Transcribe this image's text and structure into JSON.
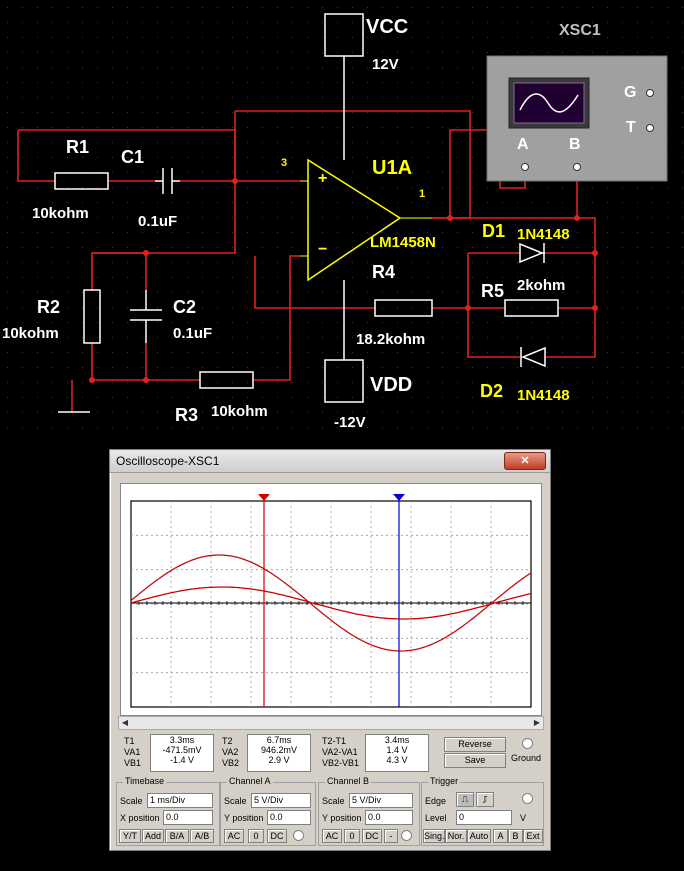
{
  "schematic": {
    "vcc": {
      "name": "VCC",
      "value": "12V"
    },
    "vdd": {
      "name": "VDD",
      "value": "-12V"
    },
    "scope": {
      "name": "XSC1",
      "terms": [
        "A",
        "B",
        "G",
        "T"
      ]
    },
    "r1": {
      "name": "R1",
      "value": "10kohm"
    },
    "c1": {
      "name": "C1",
      "value": "0.1uF"
    },
    "r2": {
      "name": "R2",
      "value": "10kohm"
    },
    "c2": {
      "name": "C2",
      "value": "0.1uF"
    },
    "r3": {
      "name": "R3",
      "value": "10kohm"
    },
    "r4": {
      "name": "R4",
      "value": "18.2kohm"
    },
    "r5": {
      "name": "R5",
      "value": "2kohm"
    },
    "u1": {
      "name": "U1A",
      "part": "LM1458N",
      "pin_in": "3",
      "pin_out": "1",
      "plus": "+",
      "minus": "−"
    },
    "d1": {
      "name": "D1",
      "part": "1N4148"
    },
    "d2": {
      "name": "D2",
      "part": "1N4148"
    }
  },
  "osc": {
    "title": "Oscilloscope-XSC1",
    "close": "✕",
    "readout": {
      "t1": {
        "label": "T1",
        "time": "3.3ms",
        "va_label": "VA1",
        "va": "-471.5mV",
        "vb_label": "VB1",
        "vb": "-1.4 V"
      },
      "t2": {
        "label": "T2",
        "time": "6.7ms",
        "va_label": "VA2",
        "va": "946.2mV",
        "vb_label": "VB2",
        "vb": "2.9 V"
      },
      "d": {
        "label": "T2-T1",
        "time": "3.4ms",
        "va_label": "VA2-VA1",
        "va": "1.4 V",
        "vb_label": "VB2-VB1",
        "vb": "4.3 V"
      }
    },
    "reverse": "Reverse",
    "save": "Save",
    "ground": "Ground",
    "timebase": {
      "title": "Timebase",
      "scale_label": "Scale",
      "scale": "1 ms/Div",
      "xpos_label": "X position",
      "xpos": "0.0",
      "buttons": [
        "Y/T",
        "Add",
        "B/A",
        "A/B"
      ]
    },
    "channel_a": {
      "title": "Channel A",
      "scale_label": "Scale",
      "scale": "5 V/Div",
      "ypos_label": "Y position",
      "ypos": "0.0",
      "buttons": [
        "AC",
        "0",
        "DC"
      ]
    },
    "channel_b": {
      "title": "Channel B",
      "scale_label": "Scale",
      "scale": "5 V/Div",
      "ypos_label": "Y position",
      "ypos": "0.0",
      "buttons": [
        "AC",
        "0",
        "DC",
        "-"
      ]
    },
    "trigger": {
      "title": "Trigger",
      "edge_label": "Edge",
      "level_label": "Level",
      "level": "0",
      "unit": "V",
      "buttons": [
        "Sing.",
        "Nor.",
        "Auto",
        "A",
        "B",
        "Ext"
      ]
    },
    "trace_colors": {
      "a": "#d00000",
      "b": "#c01010",
      "cursor1": "#d00000",
      "cursor2": "#0000d0"
    }
  }
}
